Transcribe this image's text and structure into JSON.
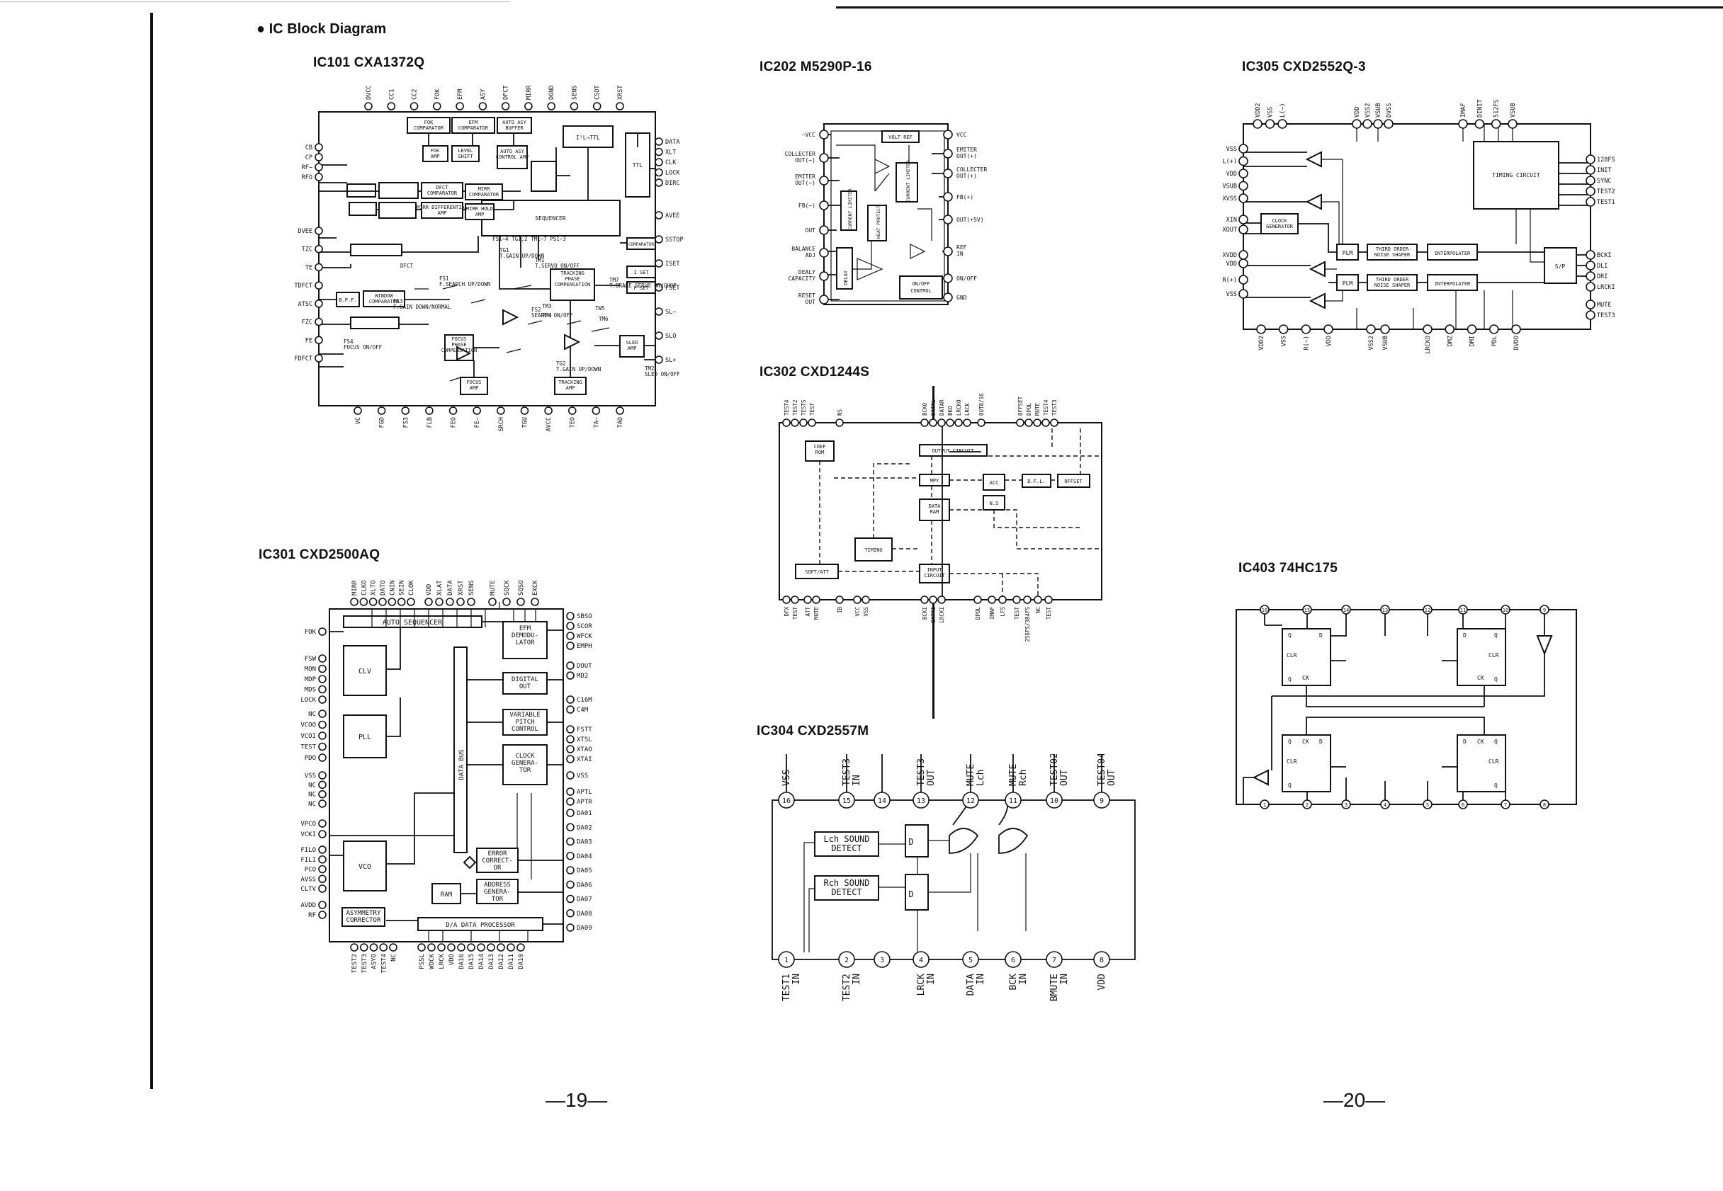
{
  "page": {
    "section_title": "IC Block Diagram",
    "page_left": "—19—",
    "page_right": "—20—"
  },
  "ic101": {
    "title": "IC101   CXA1372Q",
    "top_pins": [
      "DVCC",
      "CC1",
      "CC2",
      "FOK",
      "EFM",
      "ASY",
      "DFCT",
      "MIRR",
      "DGND",
      "SENS",
      "CSOT",
      "XRST"
    ],
    "left_pins": [
      "CB",
      "CP",
      "RF−",
      "RFO",
      "DVEE",
      "TZC",
      "TE",
      "TDFCT",
      "ATSC",
      "FZC",
      "FE",
      "FDFCT"
    ],
    "right_pins": [
      "DATA",
      "XLT",
      "CLK",
      "LOCK",
      "DIRC",
      "AVEE",
      "SSTOP",
      "ISET",
      "FSET",
      "SL−",
      "SLO",
      "SL+"
    ],
    "bottom_pins": [
      "VC",
      "FGD",
      "FS3",
      "FLB",
      "FEO",
      "FE−",
      "SRCH",
      "TGU",
      "AVCC",
      "TEO",
      "TA−",
      "TAO"
    ],
    "blocks": [
      "FOK COMPARATOR",
      "EFM COMPARATOR",
      "AUTO ASY BUFFER",
      "FOK AMP",
      "LEVEL SHIFT",
      "AUTO ASY CONTROL AMP",
      "TTL",
      "I²L→TTL",
      "SEQUENCER",
      "COMPARATOR",
      "WINDOW COMPARATOR",
      "B.P.F.",
      "I SET",
      "F SET",
      "TRACKING PHASE COMPENSATION",
      "FOCUS PHASE COMPENSATION",
      "FOCUS AMP",
      "TRACKING AMP",
      "SLED AMP",
      "DFCT COMPARATOR",
      "MIRR COMPARATOR",
      "MIRR DIFFERENTIAL AMP",
      "MIRR HOLD AMP"
    ],
    "labels": [
      "FS1~4  TG1,2  TM1~7  PS1~3",
      "TG1 T.GAIN UP/DOWN",
      "TM1 T.SERVO ON/OFF",
      "FS1 F.SEARCH UP/DOWN",
      "FS3 F.GAIN DOWN/NORMAL",
      "FS2 SEARCH ON/OFF",
      "TM7 T.BRAKE SERVO ON/CHOP",
      "TG2 T.GAIN UP/DOWN",
      "TM2 SLED ON/OFF",
      "FS4 FOCUS ON/OFF",
      "DFCT",
      "TW5",
      "TM6",
      "TM3",
      "TM4"
    ]
  },
  "ic202": {
    "title": "IC202   M5290P-16",
    "left_pins": [
      "−VCC",
      "COLLECTER OUT(−)",
      "EMITER OUT(−)",
      "FB(−)",
      "OUT",
      "BALANCE ADJ",
      "DEALY CAPACITY",
      "RESET OUT"
    ],
    "right_pins": [
      "VCC",
      "EMITER OUT(+)",
      "COLLECTER OUT(+)",
      "FB(+)",
      "OUT(+5V)",
      "REF IN",
      "ON/OFF",
      "GND"
    ],
    "blocks": [
      "VOLT REF",
      "CURRENT LIMITER",
      "CURRENT LIMITER",
      "HEAT PROTECT",
      "DELAY",
      "ON/OFF CONTROL"
    ]
  },
  "ic302": {
    "title": "IC302   CXD1244S",
    "top_pins": [
      "TEST4",
      "TEST2",
      "TESTS",
      "TEST",
      "NS",
      "BCKO",
      "DATAL",
      "DATAR",
      "BKO",
      "LRCKO",
      "LRCK",
      "OUT8/16",
      "OFFSET",
      "DPOL",
      "MUTE",
      "TEST4",
      "TEST3"
    ],
    "bottom_pins": [
      "DFX",
      "TEST",
      "ATT",
      "MUTE",
      "IB",
      "VCC",
      "VSS",
      "BCKI",
      "DATAI",
      "LRCKI",
      "DPOL",
      "IMAF",
      "LFS",
      "TEST",
      "256FS/384FS",
      "NC",
      "TEST"
    ],
    "blocks": [
      "COEF ROM",
      "OUTPUT CIRCUIT",
      "MPY",
      "ACC",
      "D.F.L.",
      "OFFSET",
      "DATA RAM",
      "N.S",
      "TIMING",
      "SOFT/ATT",
      "INPUT CIRCUIT"
    ]
  },
  "ic304": {
    "title": "IC304   CXD2557M",
    "top_pins": [
      "VSS",
      "TEST3 IN",
      "TEST3 OUT",
      "MUTE Lch",
      "MUTE Rch",
      "TEST02 OUT",
      "TEST04 OUT"
    ],
    "bottom_pins": [
      "TEST1 IN",
      "TEST2 IN",
      "LRCK IN",
      "DATA IN",
      "BCK IN",
      "BMUTE IN",
      "VDD"
    ],
    "blocks": [
      "Lch SOUND DETECT",
      "Rch SOUND DETECT",
      "D",
      "D"
    ]
  },
  "ic301": {
    "title": "IC301   CXD2500AQ",
    "top_pins": [
      "MIRR",
      "CLKO",
      "XLTO",
      "DATO",
      "CNIN",
      "SEIN",
      "CLOK",
      "VDD",
      "XLAT",
      "DATA",
      "XRST",
      "SENS",
      "MUTE",
      "SQCK",
      "SQSO",
      "EXCK"
    ],
    "left_pins": [
      "FOK",
      "FSW",
      "MON",
      "MDP",
      "MDS",
      "LOCK",
      "NC",
      "VCOO",
      "VCOI",
      "TEST",
      "PDO",
      "VSS",
      "NC",
      "NC",
      "NC",
      "VPCO",
      "VCKI",
      "FILO",
      "FILI",
      "PCO",
      "AVSS",
      "CLTV",
      "AVDD",
      "RF"
    ],
    "right_pins": [
      "SBSO",
      "SCOR",
      "WFCK",
      "EMPH",
      "DOUT",
      "MD2",
      "C16M",
      "C4M",
      "FSTT",
      "XTSL",
      "XTAO",
      "XTAI",
      "VSS",
      "APTL",
      "APTR",
      "DA01",
      "DA02",
      "DA03",
      "DA04",
      "DA05",
      "DA06",
      "DA07",
      "DA08",
      "DA09"
    ],
    "bottom_pins": [
      "TEST2",
      "TEST3",
      "ASYO",
      "TEST4",
      "NC",
      "PSSL",
      "WDCK",
      "LRCK",
      "VDD",
      "DA16",
      "DA15",
      "DA14",
      "DA13",
      "DA12",
      "DA11",
      "DA10"
    ],
    "blocks": [
      "AUTO SEQUENCER",
      "EFM DEMODULATOR",
      "CLV",
      "DIGITAL OUT",
      "PLL",
      "VARIABLE PITCH CONTROL",
      "CLOCK GENERATOR",
      "DATA BUS",
      "VCO",
      "ERROR CORRECTOR",
      "RAM",
      "ADDRESS GENERATOR",
      "ASYMMETRY CORRECTOR",
      "D/A DATA PROCESSOR"
    ]
  },
  "ic305": {
    "title": "IC305   CXD2552Q-3",
    "top_pins": [
      "VDD2",
      "VSS",
      "L(−)",
      "VDD",
      "VSS2",
      "VSUB",
      "DVSS",
      "IMAF",
      "DINIT",
      "512FS",
      "VSUB"
    ],
    "left_pins": [
      "VSS",
      "L(+)",
      "VDD",
      "VSUB",
      "XVSS",
      "XIN",
      "XOUT",
      "XVDD",
      "VDD",
      "R(+)",
      "VSS"
    ],
    "right_pins": [
      "128FS",
      "INIT",
      "SYNC",
      "TEST2",
      "TEST1",
      "BCKI",
      "DLI",
      "DRI",
      "LRCKI",
      "MUTE",
      "TEST3"
    ],
    "bottom_pins": [
      "VDD2",
      "VSS",
      "R(−)",
      "VDD",
      "VSS2",
      "VSUB",
      "LRCKO",
      "DMZ",
      "DMI",
      "PDL",
      "DVDD"
    ],
    "blocks": [
      "TIMING CIRCUIT",
      "CLOCK GENERATOR",
      "PLM",
      "THIRD ORDER NOISE SHAPER",
      "INTERPOLATER",
      "PLM",
      "THIRD ORDER NOISE SHAPER",
      "INTERPOLATER",
      "S/P"
    ]
  },
  "ic403": {
    "title": "IC403   74HC175",
    "top_pins": [
      "16",
      "15",
      "14",
      "13",
      "12",
      "11",
      "10",
      "9"
    ],
    "bottom_pins": [
      "1",
      "2",
      "3",
      "4",
      "5",
      "6",
      "7",
      "8"
    ],
    "ff_labels": [
      "Q",
      "D",
      "CLR",
      "CK",
      "Q"
    ]
  }
}
